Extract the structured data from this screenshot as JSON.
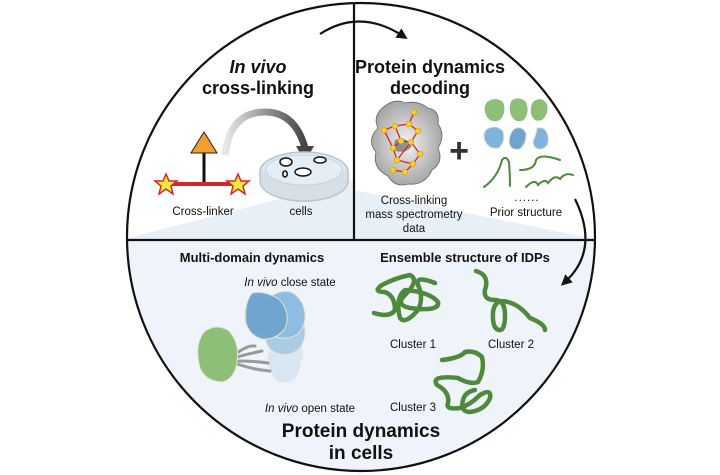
{
  "quadrants": {
    "top_left": {
      "title_line1": "In vivo",
      "title_line2": "cross-linking",
      "labels": {
        "crosslinker": "Cross-linker",
        "cells": "cells"
      }
    },
    "top_right": {
      "title_line1": "Protein dynamics",
      "title_line2": "decoding",
      "labels": {
        "xlms_line1": "Cross-linking",
        "xlms_line2": "mass spectrometry",
        "xlms_line3": "data",
        "plus": "+",
        "ellipsis": "......",
        "prior": "Prior structure"
      }
    },
    "bottom_left": {
      "title": "Multi-domain dynamics",
      "close_italic": "In vivo",
      "close_rest": " close state",
      "open_italic": "In vivo",
      "open_rest": " open state"
    },
    "bottom_right": {
      "title": "Ensemble structure of IDPs",
      "clusters": [
        "Cluster 1",
        "Cluster 2",
        "Cluster 3"
      ]
    }
  },
  "center_title": {
    "line1": "Protein dynamics",
    "line2": "in cells"
  },
  "colors": {
    "outline": "#111111",
    "bottom_fill": "#eef4f9",
    "domain_green": "#8dbf78",
    "domain_blue": "#7fb3dc",
    "idp_green": "#4f8a3c",
    "crosslink_red": "#d6252b",
    "star_yellow": "#f5ea3b",
    "triangle_orange": "#f0a030"
  }
}
